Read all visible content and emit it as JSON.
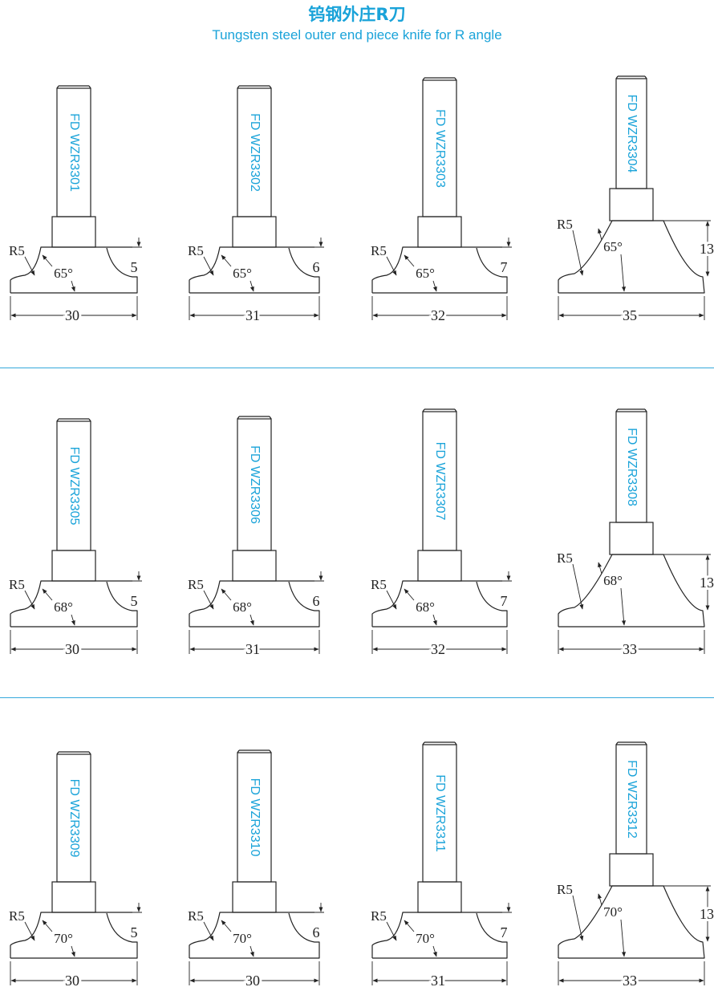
{
  "header": {
    "title": "钨钢外庄R刀",
    "subtitle": "Tungsten steel outer end piece knife for R angle"
  },
  "colors": {
    "accent": "#1aa3d9",
    "line": "#222222",
    "divider": "#35a9dc"
  },
  "rows": [
    {
      "angle": "65°",
      "items": [
        {
          "model": "FD WZR3301",
          "radius": "R5",
          "width": "30",
          "height": "5"
        },
        {
          "model": "FD WZR3302",
          "radius": "R5",
          "width": "31",
          "height": "6"
        },
        {
          "model": "FD WZR3303",
          "radius": "R5",
          "width": "32",
          "height": "7"
        },
        {
          "model": "FD WZR3304",
          "radius": "R5",
          "width": "35",
          "height": "13"
        }
      ]
    },
    {
      "angle": "68°",
      "items": [
        {
          "model": "FD WZR3305",
          "radius": "R5",
          "width": "30",
          "height": "5"
        },
        {
          "model": "FD WZR3306",
          "radius": "R5",
          "width": "31",
          "height": "6"
        },
        {
          "model": "FD WZR3307",
          "radius": "R5",
          "width": "32",
          "height": "7"
        },
        {
          "model": "FD WZR3308",
          "radius": "R5",
          "width": "33",
          "height": "13"
        }
      ]
    },
    {
      "angle": "70°",
      "items": [
        {
          "model": "FD WZR3309",
          "radius": "R5",
          "width": "30",
          "height": "5"
        },
        {
          "model": "FD WZR3310",
          "radius": "R5",
          "width": "30",
          "height": "6"
        },
        {
          "model": "FD WZR3311",
          "radius": "R5",
          "width": "31",
          "height": "7"
        },
        {
          "model": "FD WZR3312",
          "radius": "R5",
          "width": "33",
          "height": "13"
        }
      ]
    }
  ]
}
